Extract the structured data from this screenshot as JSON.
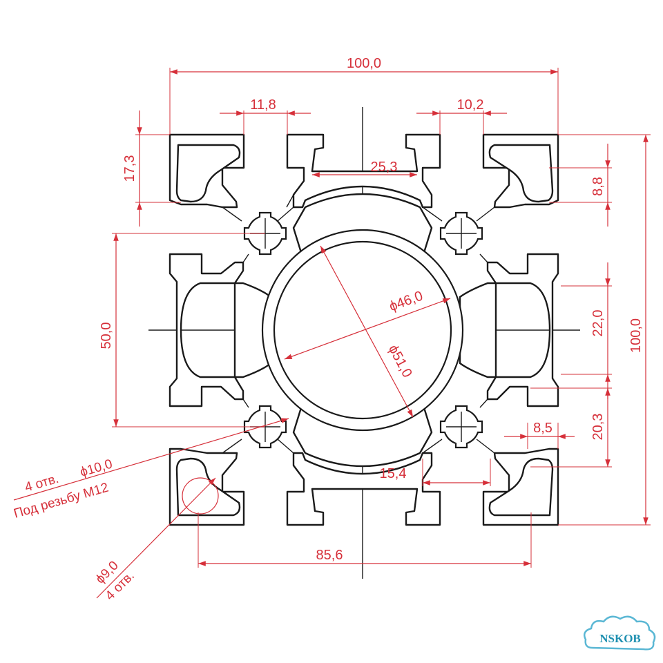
{
  "dimensions": {
    "overall_width": "100,0",
    "overall_height": "100,0",
    "slot_left": "11,8",
    "slot_right": "10,2",
    "corner_top": "17,3",
    "corner_right": "8,8",
    "top_cavity": "25,3",
    "side_span": "50,0",
    "right_gap": "22,0",
    "right_lower": "20,3",
    "small_right": "8,5",
    "bottom_slot": "15,4",
    "bottom_span": "85,6",
    "inner_dia": "ϕ46,0",
    "outer_dia": "ϕ51,0"
  },
  "notes": {
    "holes_count_10": "4 отв.",
    "hole_dia_10": "ϕ10,0",
    "thread": "Под резьбу М12",
    "hole_dia_9": "ϕ9,0",
    "holes_count_9": "4 отв."
  },
  "logo": {
    "text": "NSKOB"
  },
  "colors": {
    "dimension": "#d6303a",
    "outline": "#1a1a1a",
    "logo": "#1d8fb0"
  }
}
